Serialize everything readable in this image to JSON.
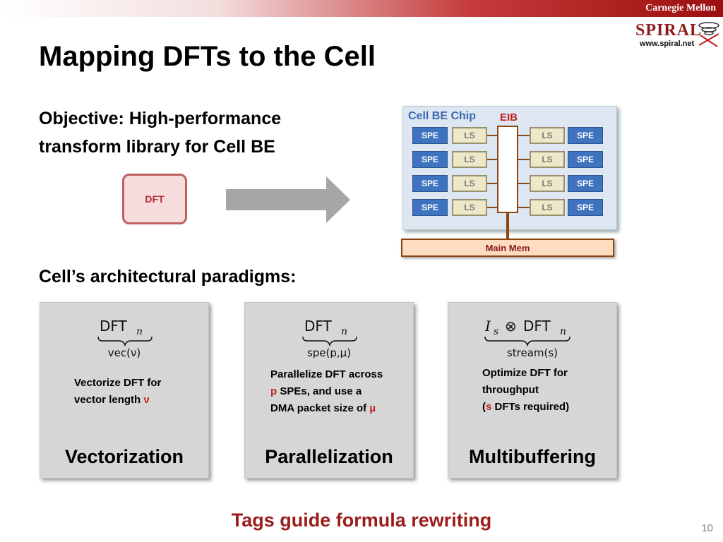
{
  "header": {
    "org": "Carnegie Mellon",
    "logo_word": "SPIRAL",
    "logo_url": "www.spiral.net"
  },
  "title": "Mapping DFTs to the Cell",
  "objective": {
    "line1": "Objective: High-performance",
    "line2": "transform library for Cell BE"
  },
  "dft_box": "DFT",
  "chip": {
    "label": "Cell BE Chip",
    "eib": "EIB",
    "spe": "SPE",
    "ls": "LS",
    "main_mem": "Main Mem"
  },
  "paradigms_heading": "Cell’s architectural paradigms:",
  "cards": [
    {
      "formula_top": "DFT",
      "formula_sub": "n",
      "formula_under": "vec(ν)",
      "desc": [
        "Vectorize DFT for",
        "vector length ",
        "ν"
      ],
      "name": "Vectorization"
    },
    {
      "formula_top": "DFT",
      "formula_sub": "n",
      "formula_under": "spe(p,μ)",
      "desc": [
        "Parallelize DFT across",
        "p",
        " SPEs, and use a",
        "DMA packet size of ",
        "µ"
      ],
      "name": "Parallelization"
    },
    {
      "formula_top": "I",
      "formula_top_sub": "s",
      "formula_op": "⊗",
      "formula_top2": "DFT",
      "formula_sub": "n",
      "formula_under": "stream(s)",
      "desc": [
        "Optimize DFT for",
        "throughput",
        "(",
        "s",
        " DFTs required)"
      ],
      "name": "Multibuffering"
    }
  ],
  "footer": {
    "tags": "Tags guide formula rewriting",
    "page": "10"
  },
  "colors": {
    "accent_red": "#9c1b1b",
    "spe_blue": "#3e73c0",
    "bus_brown": "#8b4513"
  }
}
